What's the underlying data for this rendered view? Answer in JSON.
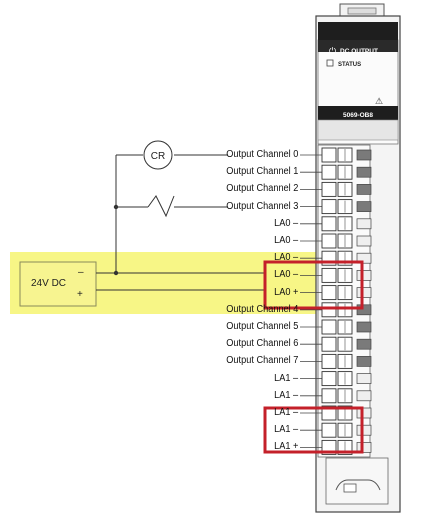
{
  "module": {
    "header_title": "DC OUTPUT",
    "status_label": "STATUS",
    "part_number": "5069-OB8",
    "warning_symbol": "warning-triangle-icon"
  },
  "circuit": {
    "cr_label": "CR",
    "supply_label": "24V DC",
    "supply_minus": "–",
    "supply_plus": "+"
  },
  "terminals": [
    "Output Channel 0",
    "Output Channel 1",
    "Output Channel 2",
    "Output Channel 3",
    "LA0 –",
    "LA0 –",
    "LA0 –",
    "LA0 –",
    "LA0 +",
    "Output Channel 4",
    "Output Channel 5",
    "Output Channel 6",
    "Output Channel 7",
    "LA1 –",
    "LA1 –",
    "LA1 –",
    "LA1 –",
    "LA1 +"
  ],
  "colors": {
    "highlight": "#f6f571",
    "callout": "#c4202a",
    "supply_box": "#f7f490",
    "wire": "#333333"
  }
}
